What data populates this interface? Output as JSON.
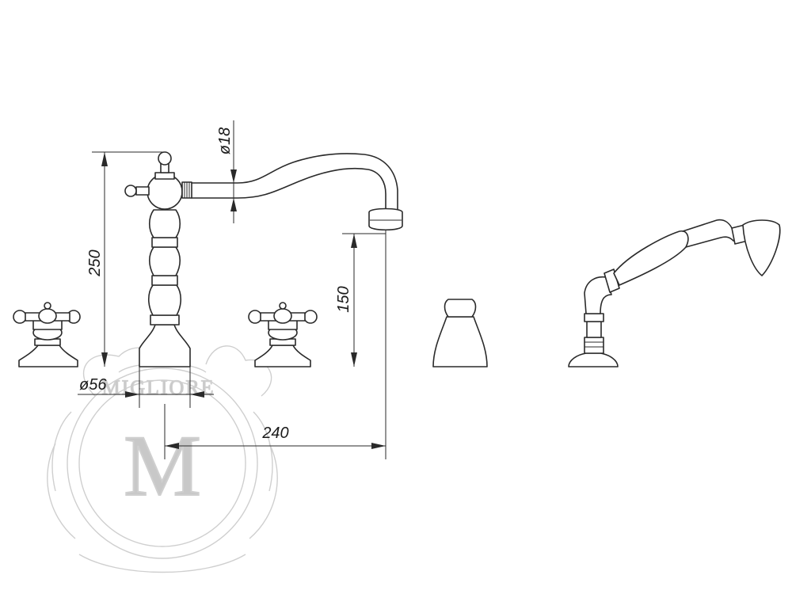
{
  "watermark": {
    "monogram": "M",
    "brand_text": "MIGLIORE"
  },
  "dimensions": {
    "spout_height": "250",
    "spout_diameter": "ø18",
    "outlet_height": "150",
    "base_diameter": "ø56",
    "spout_reach": "240"
  }
}
